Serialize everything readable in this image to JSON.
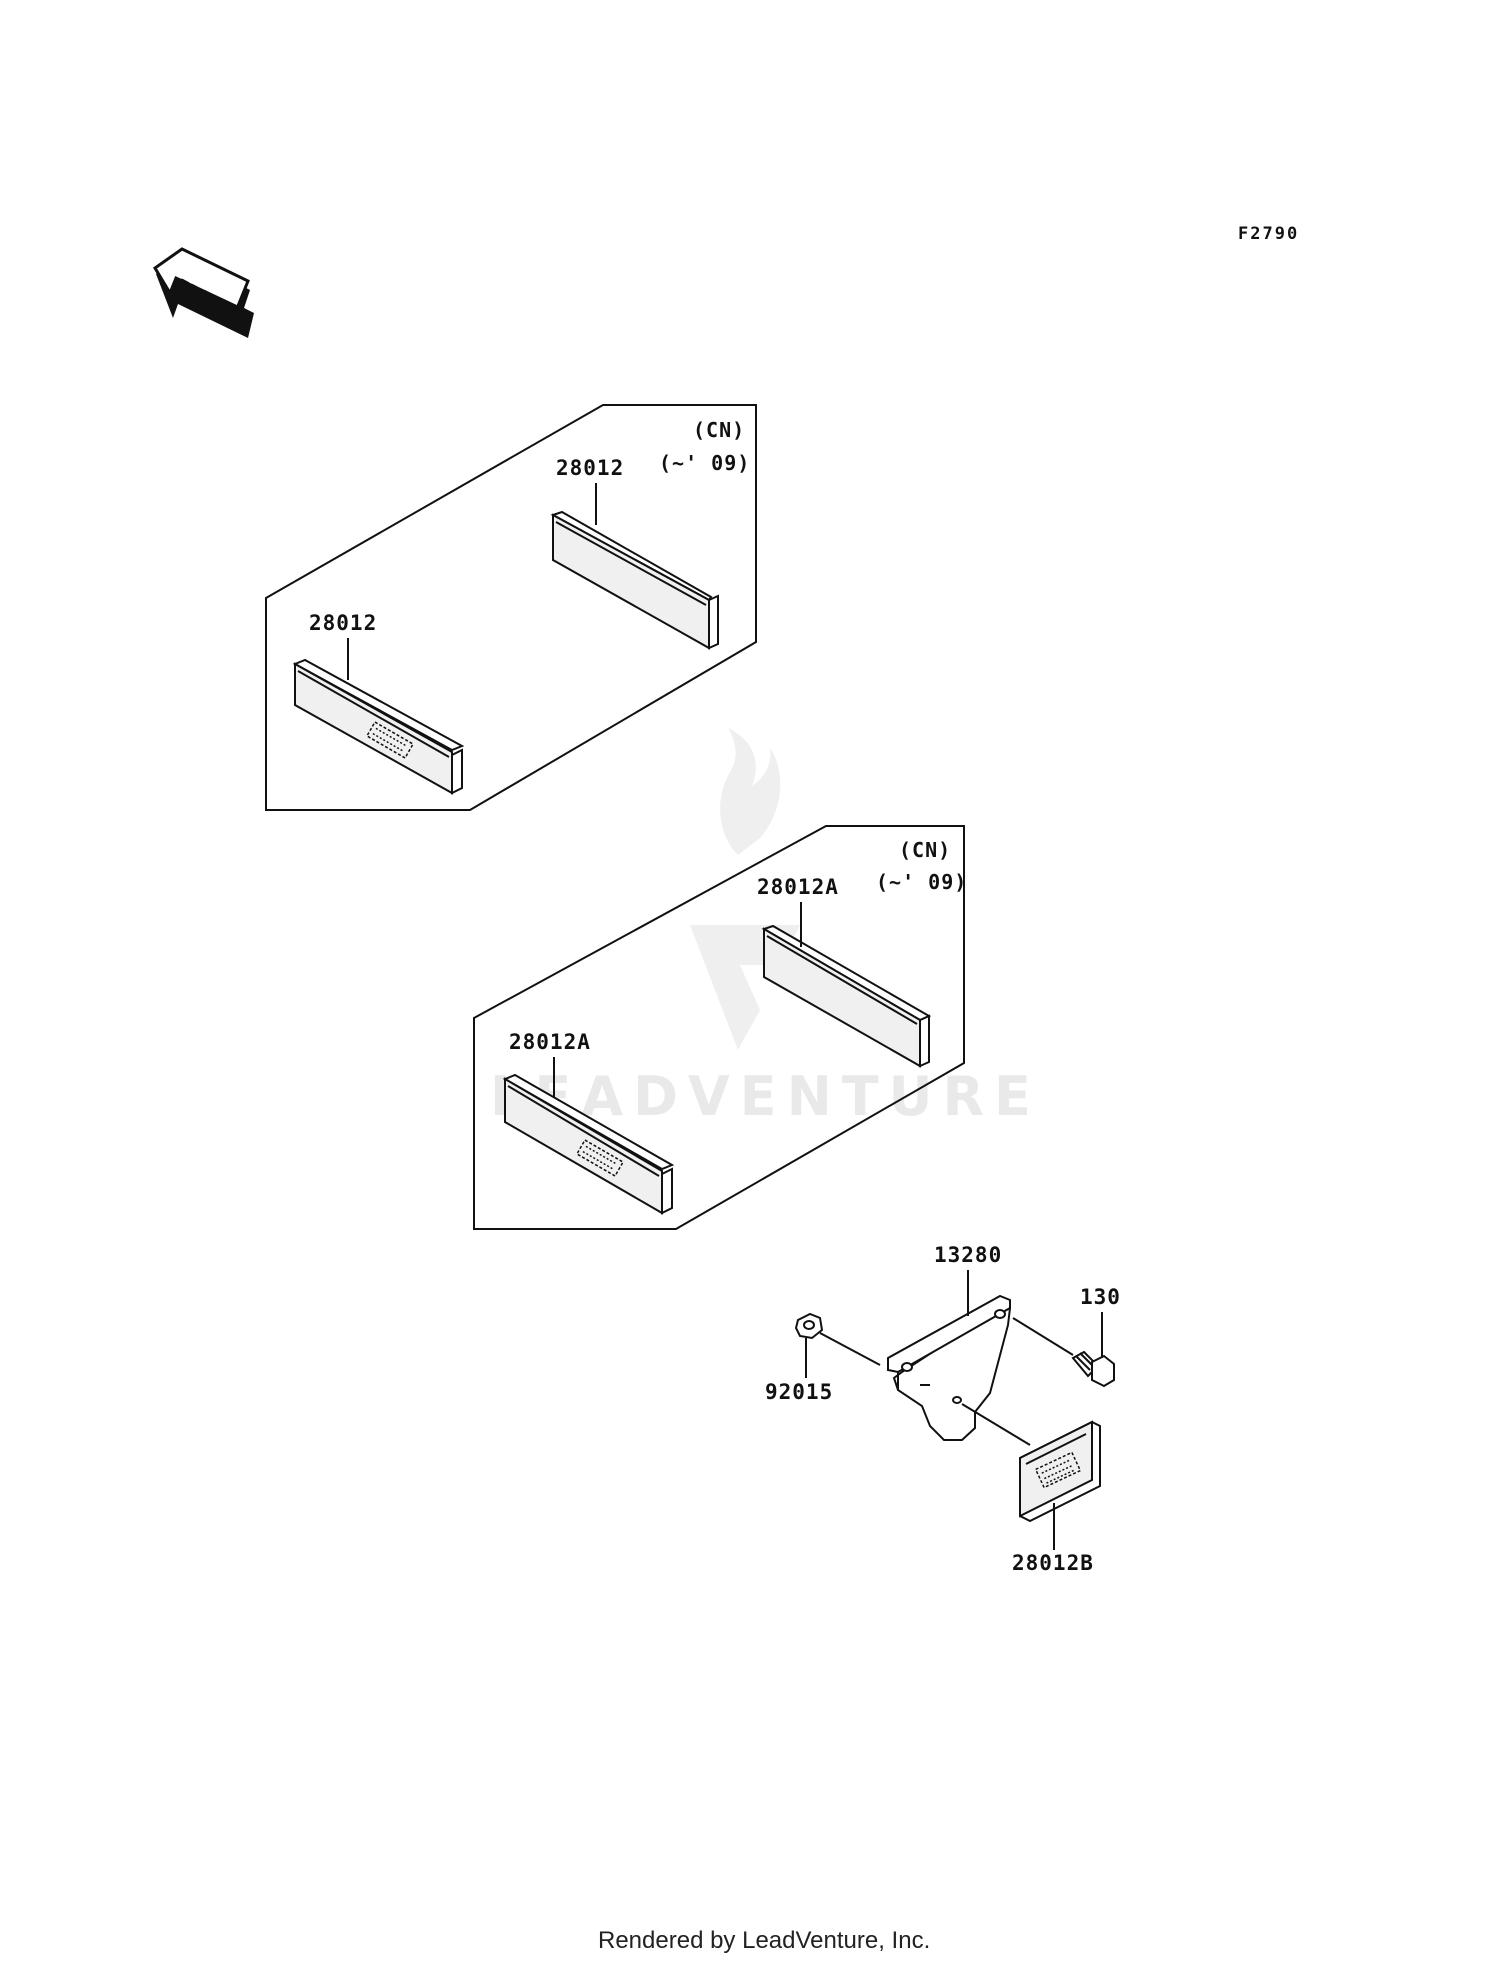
{
  "diagram": {
    "code": "F2790",
    "front_label": "FRONT",
    "watermark": "LEADVENTURE",
    "footer": "Rendered by LeadVenture, Inc."
  },
  "group1": {
    "note_line1": "(CN)",
    "note_line2": "(~' 09)",
    "rear_label": "28012",
    "front_label": "28012"
  },
  "group2": {
    "note_line1": "(CN)",
    "note_line2": "(~' 09)",
    "rear_label": "28012A",
    "front_label": "28012A"
  },
  "assembly": {
    "bracket_label": "13280",
    "bolt_label": "130",
    "nut_label": "92015",
    "reflector_label": "28012B"
  }
}
